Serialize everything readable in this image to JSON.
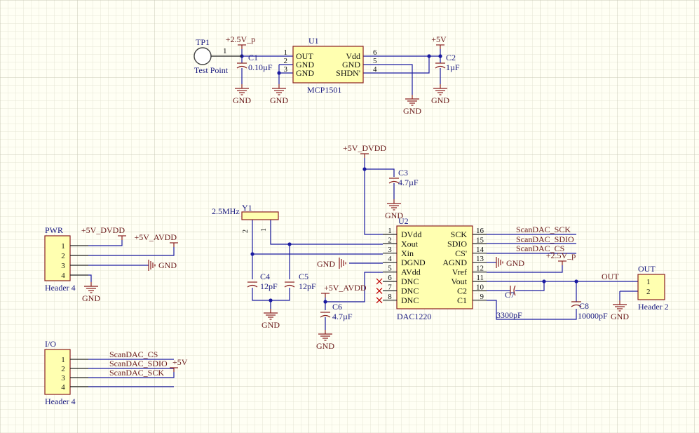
{
  "theme": {
    "background": "#fffff4",
    "grid_minor": "#e4e4d4",
    "grid_major": "#c9c9b6",
    "wire": "#1a1aa0",
    "part_outline": "#8a1f1f",
    "body_fill": "#ffffb0",
    "refdes": "#1a1a80",
    "net_label": "#6a1a1a",
    "pin_number": "#111111",
    "no_connect": "#c00000"
  },
  "components": {
    "tp1": {
      "ref": "TP1",
      "name": "Test Point",
      "pin": "1"
    },
    "u1": {
      "ref": "U1",
      "part": "MCP1501",
      "pins_left": [
        {
          "num": "1",
          "name": "OUT"
        },
        {
          "num": "2",
          "name": "GND"
        },
        {
          "num": "3",
          "name": "GND"
        }
      ],
      "pins_right": [
        {
          "num": "6",
          "name": "Vdd"
        },
        {
          "num": "5",
          "name": "GND"
        },
        {
          "num": "4",
          "name": "SHDN'"
        }
      ]
    },
    "c1": {
      "ref": "C1",
      "value": "0.10µF"
    },
    "c2": {
      "ref": "C2",
      "value": "1µF"
    },
    "c3": {
      "ref": "C3",
      "value": "4.7µF"
    },
    "c4": {
      "ref": "C4",
      "value": "12pF"
    },
    "c5": {
      "ref": "C5",
      "value": "12pF"
    },
    "c6": {
      "ref": "C6",
      "value": "4.7µF"
    },
    "c7": {
      "ref": "C7",
      "value": "3300pF"
    },
    "c8": {
      "ref": "C8",
      "value": "10000pF"
    },
    "y1": {
      "ref": "Y1",
      "value": "2.5MHz",
      "pin1": "1",
      "pin2": "2"
    },
    "u2": {
      "ref": "U2",
      "part": "DAC1220",
      "pins_left": [
        {
          "num": "1",
          "name": "DVdd"
        },
        {
          "num": "2",
          "name": "Xout"
        },
        {
          "num": "3",
          "name": "Xin"
        },
        {
          "num": "4",
          "name": "DGND"
        },
        {
          "num": "5",
          "name": "AVdd"
        },
        {
          "num": "6",
          "name": "DNC"
        },
        {
          "num": "7",
          "name": "DNC"
        },
        {
          "num": "8",
          "name": "DNC"
        }
      ],
      "pins_right": [
        {
          "num": "16",
          "name": "SCK"
        },
        {
          "num": "15",
          "name": "SDIO"
        },
        {
          "num": "14",
          "name": "CS'"
        },
        {
          "num": "13",
          "name": "AGND"
        },
        {
          "num": "12",
          "name": "Vref"
        },
        {
          "num": "11",
          "name": "Vout"
        },
        {
          "num": "10",
          "name": "C2"
        },
        {
          "num": "9",
          "name": "C1"
        }
      ]
    },
    "pwr": {
      "ref": "PWR",
      "part": "Header 4",
      "pins": [
        "1",
        "2",
        "3",
        "4"
      ]
    },
    "io": {
      "ref": "I/O",
      "part": "Header 4",
      "pins": [
        "1",
        "2",
        "3",
        "4"
      ]
    },
    "out": {
      "ref": "OUT",
      "part": "Header 2",
      "pins": [
        "1",
        "2"
      ]
    }
  },
  "nets": {
    "v25p": "+2.5V_p",
    "v5": "+5V",
    "v5_dvdd": "+5V_DVDD",
    "v5_avdd": "+5V_AVDD",
    "gnd": "GND",
    "out": "OUT",
    "scan_sck": "ScanDAC_SCK",
    "scan_sdio": "ScanDAC_SDIO",
    "scan_cs": "ScanDAC_CS"
  }
}
